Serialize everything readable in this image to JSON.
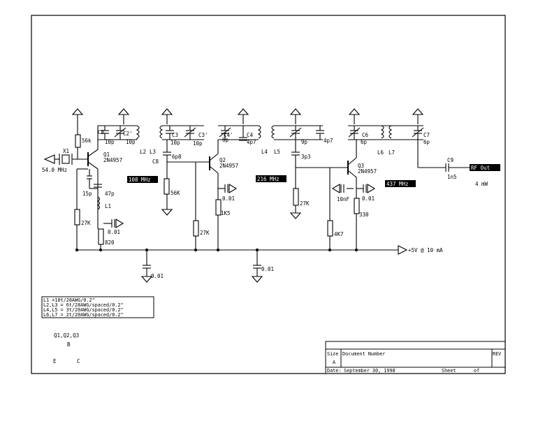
{
  "labels": {
    "c8_top": "C8",
    "c2": "C2'",
    "c2_val": "10p",
    "c3": "C3",
    "c3_val": "10p",
    "c3b": "C3'",
    "c3b_val": "10p",
    "c4b": "C4'",
    "c4b_val": "6p",
    "c4": "C4",
    "c4_val": "4p7",
    "c_9p": "9p",
    "c_4p7": "4p7",
    "c6": "C6",
    "c6_val": "6p",
    "c7": "C7",
    "c7_val": "6p",
    "r56k": "56k",
    "x1": "X1",
    "q1": "Q1",
    "q1_type": "2N4957",
    "l2": "L2",
    "l3": "L3",
    "c8": "C8",
    "c8_val": "6p8",
    "q2": "Q2",
    "q2_type": "2N4957",
    "l4": "L4",
    "l5": "L5",
    "c_3p3": "3p3",
    "q3": "Q3",
    "q3_type": "2N4957",
    "l6": "L6",
    "l7": "L7",
    "c9": "C9",
    "c9_val": "1n5",
    "rf_out": "RF Out",
    "rf_out_power": "4 mW",
    "xtal_freq": "54.0 MHz",
    "f108": "108 MHz",
    "f216": "216 MHz",
    "f437": "437 MHz",
    "c15p": "15p",
    "c47p": "47p",
    "l1": "L1",
    "r27k_a": "27K",
    "c_001_a": "0.01",
    "r820": "820",
    "r56k_b": "56K",
    "r27k_b": "27K",
    "c_001_b": "0.01",
    "r1k5": "1K5",
    "r27k_c": "27K",
    "c10nf": "10nF",
    "c_001_c": "0.01",
    "r330": "330",
    "r4k7": "4K7",
    "supply": "+5V @ 10 mA",
    "c_001_d": "0.01",
    "c_001_e": "0.01"
  },
  "notes": [
    "L1     =10t/28AWG/0.2\"",
    "L2,L3 = 6t/28AWG/spaced/0.2\"",
    "L4,L5 = 3t/20AWG/spaced/0.2\"",
    "L6,L7 = 2t/20AWG/spaced/0.2\""
  ],
  "pinout": {
    "title": "Q1,Q2,Q3",
    "b": "B",
    "e": "E",
    "c": "C"
  },
  "title_block": {
    "size_label": "Size",
    "size_value": "A",
    "doc_label": "Document Number",
    "rev_label": "REV",
    "date_label": "Date:",
    "date_value": "September 30, 1998",
    "sheet_label": "Sheet",
    "sheet_value": "of"
  }
}
